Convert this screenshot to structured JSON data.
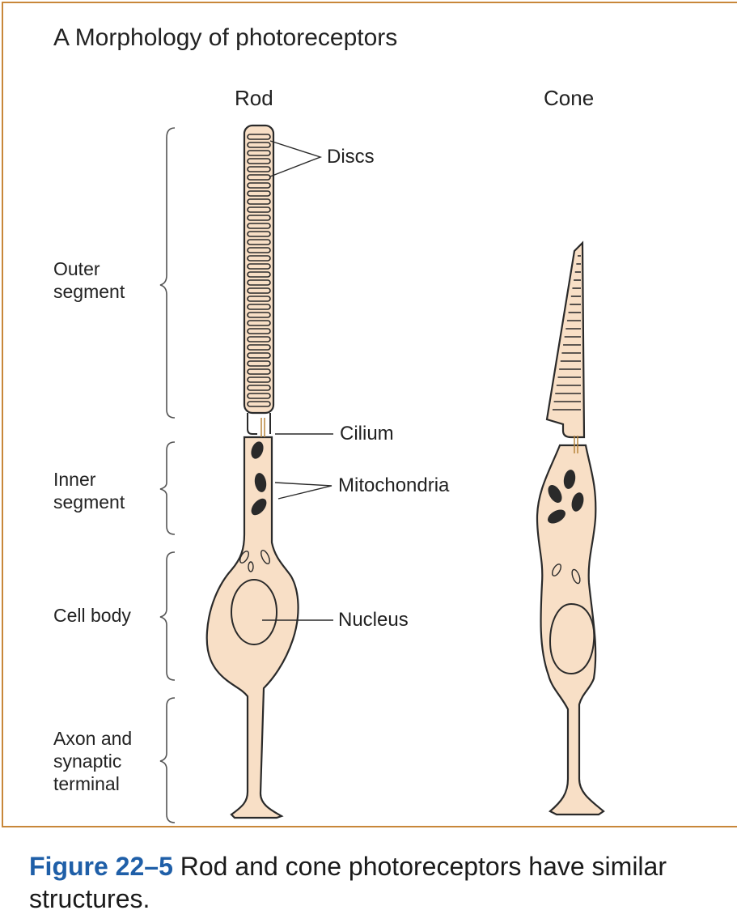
{
  "panel_title": "A  Morphology of photoreceptors",
  "columns": {
    "rod": "Rod",
    "cone": "Cone"
  },
  "segments": {
    "outer": "Outer\nsegment",
    "inner": "Inner\nsegment",
    "cell_body": "Cell body",
    "axon": "Axon and\nsynaptic\nterminal"
  },
  "annotations": {
    "discs": "Discs",
    "cilium": "Cilium",
    "mitochondria": "Mitochondria",
    "nucleus": "Nucleus"
  },
  "caption": {
    "figure_number": "Figure 22–5",
    "text": " Rod and cone photoreceptors have similar",
    "text2": "structures."
  },
  "colors": {
    "cell_fill": "#f8dfc6",
    "outline": "#2a2a2a",
    "frame": "#c8873a",
    "figure_label": "#1f5fa8",
    "cilium": "#b8863c"
  }
}
